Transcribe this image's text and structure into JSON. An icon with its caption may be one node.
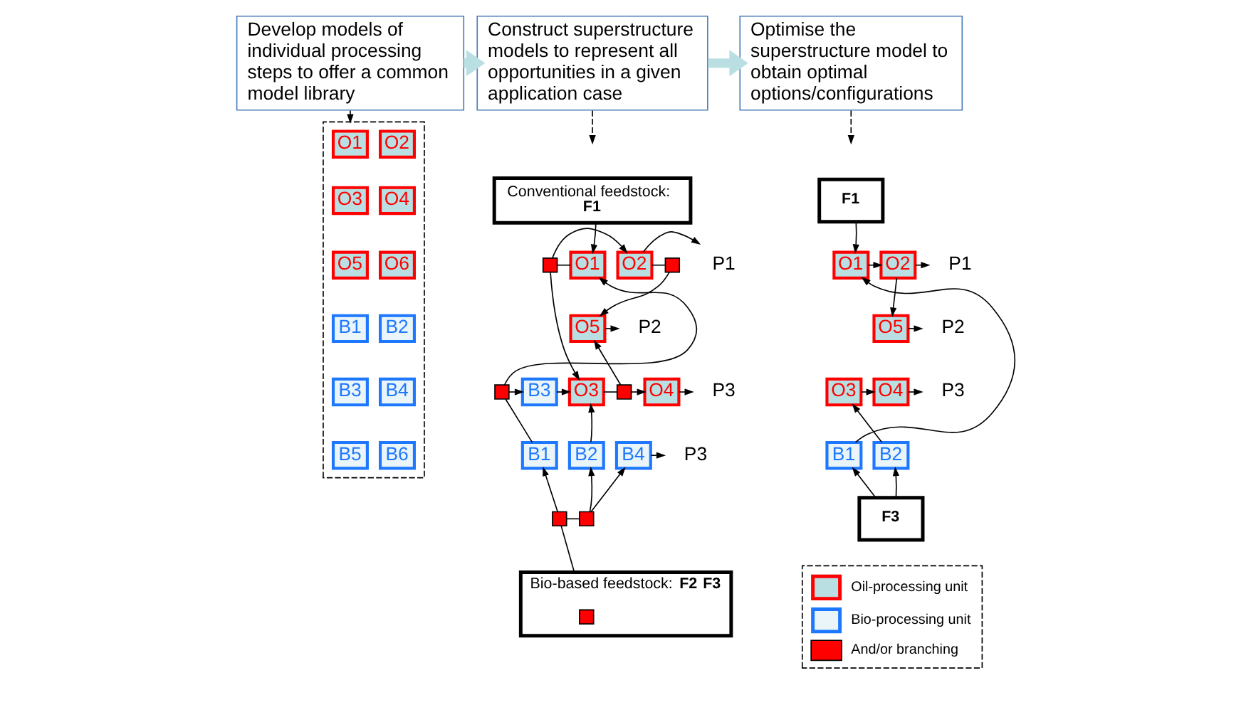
{
  "diagram": {
    "nodes": [
      {
        "text": [
          "Develop models of individual processing steps to offer a common model library"
        ]
      },
      {
        "text": [
          "Construct superstructure models to represent all opportunities in a given application case"
        ]
      },
      {
        "text": [
          "Optimise the superstructure model to obtain optimal options/configurations"
        ]
      },
      {
        "text": [],
        "shape": "box"
      },
      {
        "text": [
          "O1"
        ],
        "in": 3
      },
      {
        "text": [
          "O2"
        ],
        "in": 3
      },
      {
        "text": [
          "O3"
        ],
        "in": 3
      },
      {
        "text": [
          "O4"
        ],
        "in": 3
      },
      {
        "text": [
          "O5"
        ],
        "in": 3
      },
      {
        "text": [
          "O6"
        ],
        "in": 3
      },
      {
        "text": [
          "B1"
        ],
        "in": 3
      },
      {
        "text": [
          "B2"
        ],
        "in": 3
      },
      {
        "text": [
          "B3"
        ],
        "in": 3
      },
      {
        "text": [
          "B4"
        ],
        "in": 3
      },
      {
        "text": [
          "B5"
        ],
        "in": 3
      },
      {
        "text": [
          "B6"
        ],
        "in": 3
      },
      {
        "text": [
          "Conventional feedstock: **F1**"
        ]
      },
      {
        "text": [
          "O1"
        ]
      },
      {
        "text": [],
        "shape": "box"
      },
      {
        "text": [
          "O2"
        ]
      },
      {
        "text": [],
        "shape": "box"
      },
      {
        "text": [
          "P1"
        ]
      },
      {
        "text": [
          "O5"
        ]
      },
      {
        "text": [
          "P2"
        ]
      },
      {
        "text": [],
        "shape": "box"
      },
      {
        "text": [
          "B3"
        ]
      },
      {
        "text": [
          "O3"
        ]
      },
      {
        "text": [],
        "shape": "box"
      },
      {
        "text": [
          "O4"
        ]
      },
      {
        "text": [
          "P3"
        ]
      },
      {
        "text": [
          "B1"
        ]
      },
      {
        "text": [
          "B2"
        ]
      },
      {
        "text": [
          "B4"
        ]
      },
      {
        "text": [
          "P3"
        ]
      },
      {
        "text": [],
        "shape": "box"
      },
      {
        "text": [],
        "shape": "box"
      },
      {
        "text": [
          "Bio-based feedstock:**F2** **F3**"
        ]
      },
      {
        "text": [],
        "shape": "box",
        "in": 36
      },
      {
        "text": [
          "F1"
        ]
      },
      {
        "text": [
          "O1"
        ]
      },
      {
        "text": [
          "O2"
        ]
      },
      {
        "text": [
          "P1"
        ]
      },
      {
        "text": [
          "O5"
        ]
      },
      {
        "text": [
          "P2"
        ]
      },
      {
        "text": [
          "O3"
        ]
      },
      {
        "text": [
          "O4"
        ]
      },
      {
        "text": [
          "P3"
        ]
      },
      {
        "text": [
          "B1"
        ]
      },
      {
        "text": [
          "B2"
        ]
      },
      {
        "text": [
          "F3"
        ]
      }
    ],
    "edges": [
      {
        "from": 0,
        "to": 1,
        "arrow": "to",
        "style": "thick",
        "color": "#b9dfe3"
      },
      {
        "from": 1,
        "to": 2,
        "arrow": "to",
        "style": "thick",
        "color": "#b9dfe3"
      },
      {
        "from": 0,
        "to": 3,
        "arrow": "to",
        "style": "dashed"
      },
      {
        "from": 1,
        "to": null,
        "arrow": "to",
        "style": "dashed"
      },
      {
        "from": 2,
        "to": null,
        "arrow": "to",
        "style": "dashed"
      },
      {
        "from": 16,
        "to": 17,
        "arrow": "to"
      },
      {
        "from": 17,
        "to": 18,
        "arrow": "none"
      },
      {
        "from": 18,
        "to": 19,
        "arrow": "to"
      },
      {
        "from": 18,
        "to": 26,
        "arrow": "to"
      },
      {
        "from": 19,
        "to": 21,
        "arrow": "to"
      },
      {
        "from": 19,
        "to": 20,
        "arrow": "none"
      },
      {
        "from": 20,
        "to": 22,
        "arrow": "to"
      },
      {
        "from": 22,
        "to": 23,
        "arrow": "to"
      },
      {
        "from": 30,
        "to": 24,
        "arrow": "none"
      },
      {
        "from": 24,
        "to": 17,
        "arrow": "to"
      },
      {
        "from": 24,
        "to": 25,
        "arrow": "to"
      },
      {
        "from": 25,
        "to": 26,
        "arrow": "to"
      },
      {
        "from": 26,
        "to": 27,
        "arrow": "none"
      },
      {
        "from": 27,
        "to": 28,
        "arrow": "to"
      },
      {
        "from": 27,
        "to": 22,
        "arrow": "to"
      },
      {
        "from": 28,
        "to": 29,
        "arrow": "to"
      },
      {
        "from": 31,
        "to": 26,
        "arrow": "to"
      },
      {
        "from": 32,
        "to": 33,
        "arrow": "to"
      },
      {
        "from": 36,
        "to": 34,
        "arrow": "none"
      },
      {
        "from": 34,
        "to": 30,
        "arrow": "to"
      },
      {
        "from": 34,
        "to": 35,
        "arrow": "none"
      },
      {
        "from": 35,
        "to": 31,
        "arrow": "to"
      },
      {
        "from": 35,
        "to": 32,
        "arrow": "to"
      },
      {
        "from": 38,
        "to": 39,
        "arrow": "to"
      },
      {
        "from": 47,
        "to": 39,
        "arrow": "to"
      },
      {
        "from": 39,
        "to": 40,
        "arrow": "to"
      },
      {
        "from": 40,
        "to": 41,
        "arrow": "to"
      },
      {
        "from": 40,
        "to": 42,
        "arrow": "to"
      },
      {
        "from": 42,
        "to": 43,
        "arrow": "to"
      },
      {
        "from": 44,
        "to": 45,
        "arrow": "to"
      },
      {
        "from": 45,
        "to": 46,
        "arrow": "to"
      },
      {
        "from": 48,
        "to": 44,
        "arrow": "to"
      },
      {
        "from": 49,
        "to": 47,
        "arrow": "to"
      },
      {
        "from": 49,
        "to": 48,
        "arrow": "to"
      }
    ],
    "legend": [
      {
        "text": "Oil-processing unit",
        "color": "#b9dfe3"
      },
      {
        "text": "Bio-processing unit"
      },
      {
        "text": "And/or branching",
        "color": "#ff0000"
      }
    ]
  }
}
